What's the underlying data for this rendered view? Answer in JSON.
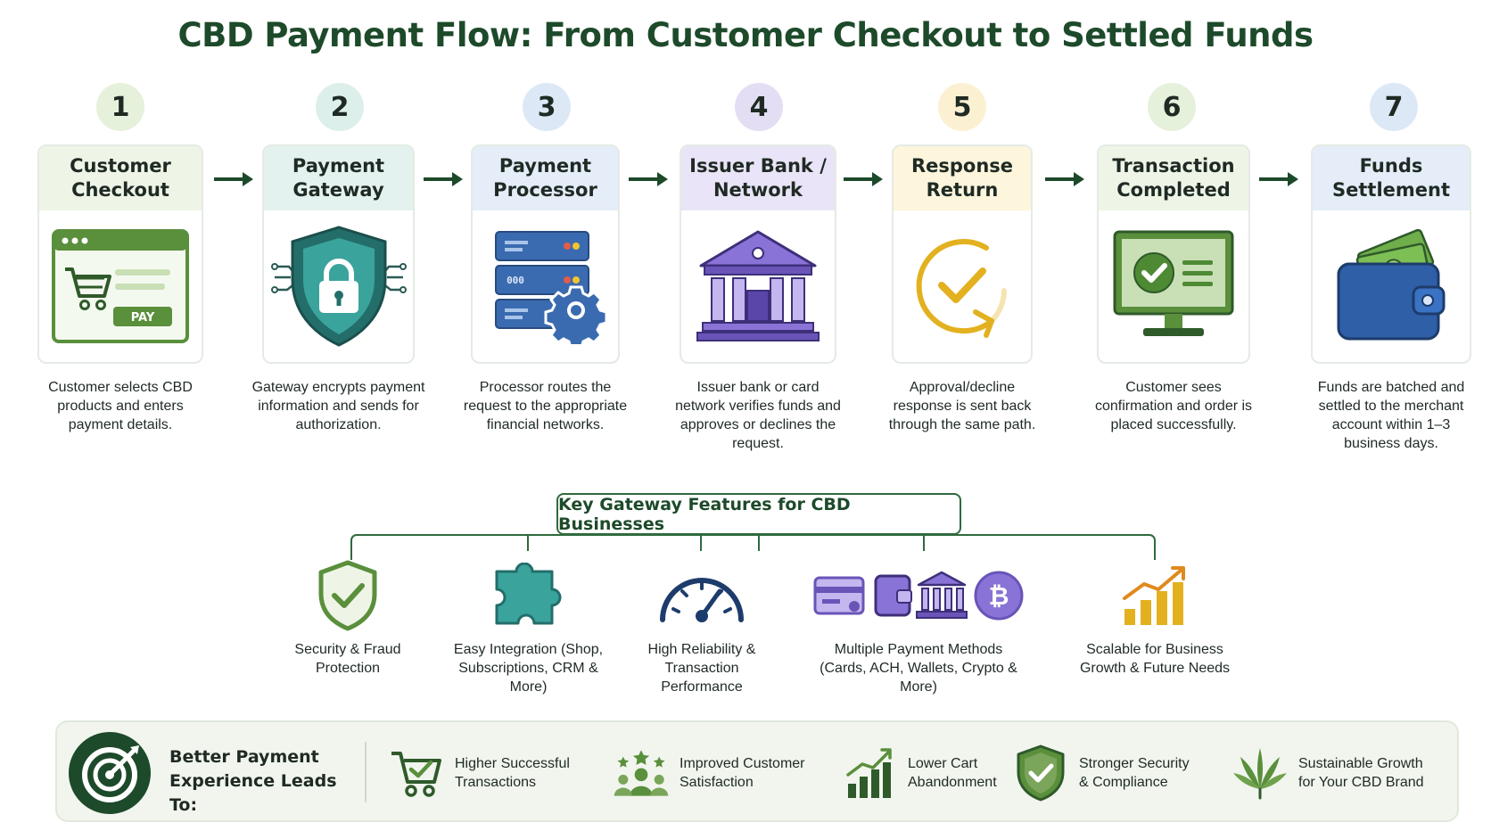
{
  "title": "CBD Payment Flow: From Customer Checkout to Settled Funds",
  "steps": [
    {
      "num": "1",
      "title": "Customer Checkout",
      "desc": "Customer selects CBD products and enters payment details.",
      "color": "#e6f1dc",
      "head_color": "#eef5e7",
      "pay_label": "PAY"
    },
    {
      "num": "2",
      "title": "Payment Gateway",
      "desc": "Gateway encrypts payment information and sends for authorization.",
      "color": "#dcefeb",
      "head_color": "#e4f2ef"
    },
    {
      "num": "3",
      "title": "Payment Processor",
      "desc": "Processor routes the request to the appropriate financial networks.",
      "color": "#dde8f6",
      "head_color": "#e4edf8",
      "server_label": "000"
    },
    {
      "num": "4",
      "title": "Issuer Bank / Network",
      "desc": "Issuer bank or card network verifies funds and approves or declines the request.",
      "color": "#e4def4",
      "head_color": "#e9e4f7"
    },
    {
      "num": "5",
      "title": "Response Return",
      "desc": "Approval/decline response is sent back through the same path.",
      "color": "#fbf1d2",
      "head_color": "#fdf5dc"
    },
    {
      "num": "6",
      "title": "Transaction Completed",
      "desc": "Customer sees confirmation and order is placed successfully.",
      "color": "#e6f1dc",
      "head_color": "#eef5e7"
    },
    {
      "num": "7",
      "title": "Funds Settlement",
      "desc": "Funds are batched and settled to the merchant account within 1–3 business days.",
      "color": "#dde8f6",
      "head_color": "#e4edf8"
    }
  ],
  "features_title": "Key Gateway Features for CBD Businesses",
  "features": [
    {
      "label": "Security & Fraud Protection",
      "icon": "shield-check-icon"
    },
    {
      "label": "Easy Integration (Shop, Subscriptions, CRM & More)",
      "icon": "puzzle-icon"
    },
    {
      "label": "High Reliability & Transaction Performance",
      "icon": "gauge-icon"
    },
    {
      "label": "Multiple Payment Methods (Cards, ACH, Wallets, Crypto & More)",
      "icon": "payment-methods-icon"
    },
    {
      "label": "Scalable for Business Growth & Future Needs",
      "icon": "growth-chart-icon"
    }
  ],
  "banner": {
    "lead": "Better Payment Experience Leads To:",
    "benefits": [
      {
        "label": "Higher Successful Transactions",
        "icon": "cart-check-icon"
      },
      {
        "label": "Improved Customer Satisfaction",
        "icon": "people-stars-icon"
      },
      {
        "label": "Lower Cart Abandonment",
        "icon": "bar-chart-icon"
      },
      {
        "label": "Stronger Security & Compliance",
        "icon": "shield-check-icon"
      },
      {
        "label": "Sustainable Growth for Your CBD Brand",
        "icon": "cannabis-leaf-icon"
      }
    ]
  },
  "colors": {
    "brand_green": "#1d4a2a",
    "accent_green": "#5a8f3c",
    "teal": "#2f8a86",
    "blue": "#3a6bb0",
    "purple": "#7a63c4",
    "gold": "#e3b11f"
  }
}
